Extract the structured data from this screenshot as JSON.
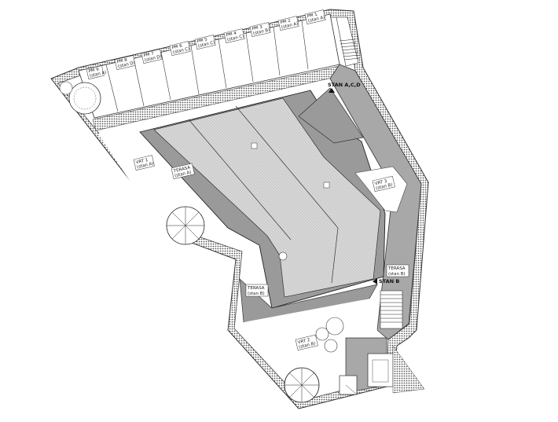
{
  "parking": [
    {
      "id": "PM 9",
      "sub": "(stan A)"
    },
    {
      "id": "PM 8",
      "sub": "(stan D)"
    },
    {
      "id": "PM 7",
      "sub": "(stan D)"
    },
    {
      "id": "PM 6",
      "sub": "(stan C)"
    },
    {
      "id": "PM 5",
      "sub": "(stan C)"
    },
    {
      "id": "PM 4",
      "sub": "(stan C)"
    },
    {
      "id": "PM 3",
      "sub": "(stan B)"
    },
    {
      "id": "PM 2",
      "sub": "(stan A)"
    },
    {
      "id": "PM 1",
      "sub": "(stan A)"
    }
  ],
  "gardens": [
    {
      "id": "VRT 1",
      "sub": "(stan A)"
    },
    {
      "id": "VRT 3",
      "sub": "(stan B)"
    },
    {
      "id": "VRT 2",
      "sub": "(stan B)"
    }
  ],
  "terraces": [
    {
      "id": "TERASA",
      "sub": "(stan A)"
    },
    {
      "id": "TERASA",
      "sub": "(stan B)"
    },
    {
      "id": "TERASA",
      "sub": "(stan B)"
    }
  ],
  "flats": {
    "stan_cd": "STAN A,C,D",
    "stan_b": "STAN B"
  },
  "colors": {
    "roof": "#d4d4d4",
    "wall_gray": "#9a9a9a",
    "hedge": "#555555",
    "outline": "#222222"
  }
}
